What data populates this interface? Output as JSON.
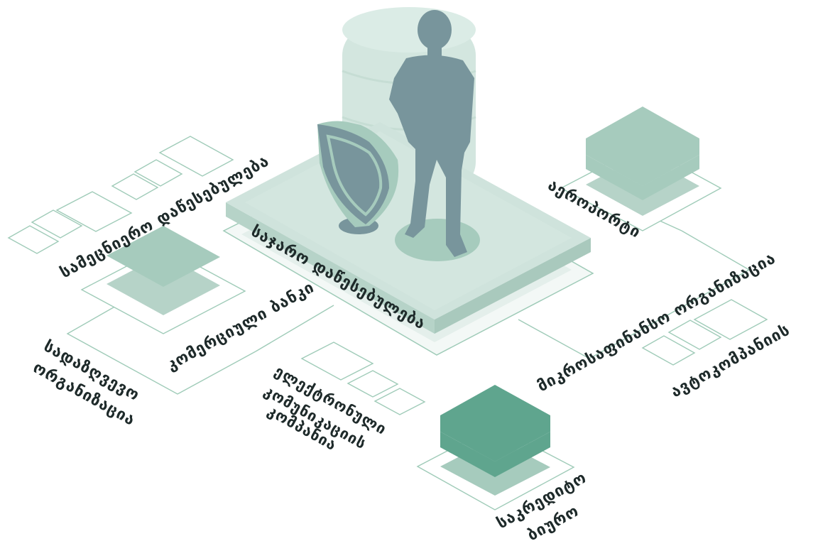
{
  "colors": {
    "background": "#ffffff",
    "outline": "#9fcbb8",
    "pale_fill": "#e8f2ee",
    "platform_top": "#cfe3dc",
    "platform_side": "#b6d3c8",
    "soft_green": "#a6cbbd",
    "soft_green_dark": "#8dbaa9",
    "accent_green": "#5fa58e",
    "accent_green_dark": "#4e9179",
    "figure": "#78959c",
    "shield_rim": "#a6cbbd",
    "text": "#1e2a2a"
  },
  "labels": {
    "central_platform": "საჯარო დაწესებულება",
    "government_agencies": "სამეცნიერო დაწესებულება",
    "commercial_bank": "კომერციული ბანკი",
    "insurance_org_line1": "სადაზღვევო",
    "insurance_org_line2": "ორგანიზაცია",
    "ecommerce_line1": "ელექტრონული",
    "ecommerce_line2": "კომუნიკაციის",
    "ecommerce_line3": "კომპანია",
    "private_line1": "საკრედიტო",
    "private_line2": "ბიურო",
    "microfinance": "მიკროსაფინანსო ორგანიზაცია",
    "leasing": "ავტოკომპანიის",
    "airport": "აეროპორტი"
  },
  "icons": [
    "person-silhouette-icon",
    "shield-icon",
    "database-cylinder-icon",
    "layer-stack-icon"
  ]
}
